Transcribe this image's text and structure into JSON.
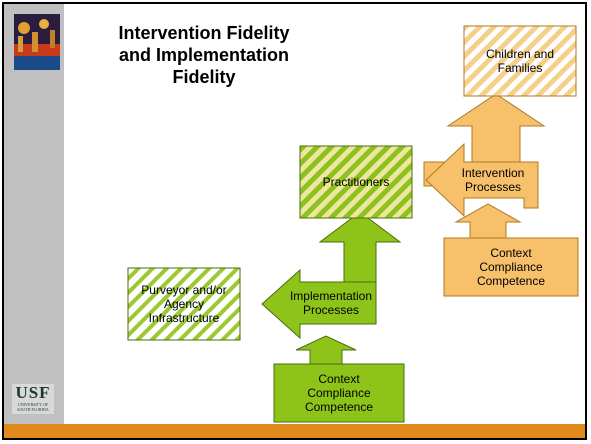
{
  "title": "Intervention Fidelity and Implementation Fidelity",
  "boxes": {
    "children_families": "Children and Families",
    "practitioners": "Practitioners",
    "purveyor": "Purveyor and/or Agency Infrastructure",
    "context_orange": "Context Compliance Competence",
    "context_green": "Context Compliance Competence"
  },
  "arrows": {
    "intervention": "Intervention Processes",
    "implementation": "Implementation Processes"
  },
  "logo": {
    "text": "USF",
    "subtext": "UNIVERSITY OF SOUTH FLORIDA"
  },
  "footer_text": "",
  "colors": {
    "orange_fill": "#f7c06a",
    "orange_stroke": "#b07a20",
    "green_fill": "#8ec41a",
    "green_stroke": "#4a6e0a",
    "stripe_yellow": "#f2e0a0",
    "footer": "#e08a1e"
  }
}
